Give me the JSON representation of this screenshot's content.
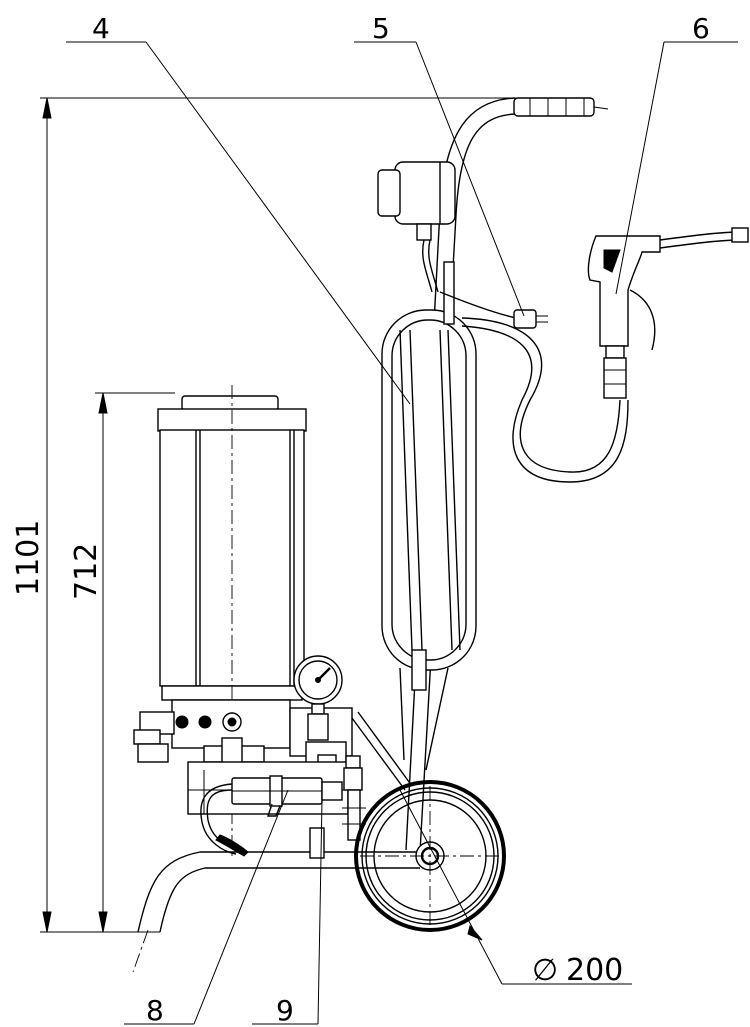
{
  "diagram": {
    "callouts": [
      {
        "id": "4",
        "label": "4"
      },
      {
        "id": "5",
        "label": "5"
      },
      {
        "id": "6",
        "label": "6"
      },
      {
        "id": "8",
        "label": "8"
      },
      {
        "id": "9",
        "label": "9"
      }
    ],
    "dimensions": {
      "overall_height": "1101",
      "reservoir_height": "712",
      "wheel_diameter": "200",
      "diameter_symbol": "∅"
    }
  }
}
